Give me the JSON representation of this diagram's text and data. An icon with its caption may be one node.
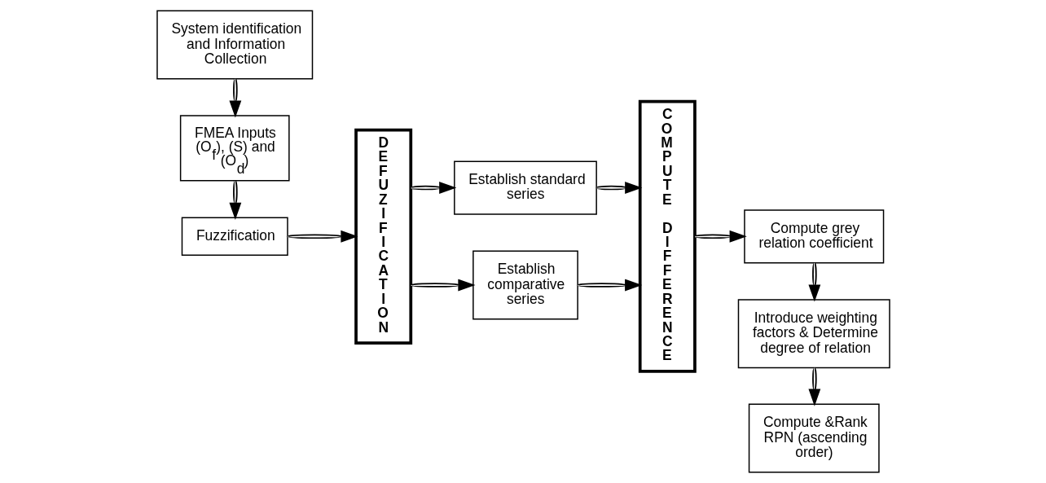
{
  "diagram": {
    "nodes": [
      {
        "text": [
          "System identification and Information Collection"
        ]
      },
      {
        "text": [
          "FMEA Inputs (O$_{f}$), (S) and (O$_{d}$)"
        ]
      },
      {
        "text": [
          "Fuzzification"
        ]
      },
      {
        "text": [
          "DEFUZIFICATION"
        ]
      },
      {
        "text": [
          "Establish standard series"
        ]
      },
      {
        "text": [
          "Establish comparative series"
        ]
      },
      {
        "text": [
          "COMPUTE DIFFERENCE"
        ]
      },
      {
        "text": [
          "Compute grey relation coefficient"
        ]
      },
      {
        "text": [
          "Introduce weighting factors & Determine degree of relation"
        ]
      },
      {
        "text": [
          "Compute &Rank RPN (ascending order)"
        ]
      }
    ],
    "edges": [
      {
        "from": 0,
        "to": 1,
        "arrow": "to"
      },
      {
        "from": 1,
        "to": 2,
        "arrow": "to"
      },
      {
        "from": 2,
        "to": 3,
        "arrow": "to"
      },
      {
        "from": 3,
        "to": 4,
        "arrow": "to"
      },
      {
        "from": 3,
        "to": 5,
        "arrow": "to"
      },
      {
        "from": 4,
        "to": 6,
        "arrow": "to"
      },
      {
        "from": 5,
        "to": 6,
        "arrow": "to"
      },
      {
        "from": 6,
        "to": 7,
        "arrow": "to"
      },
      {
        "from": 7,
        "to": 8,
        "arrow": "to"
      },
      {
        "from": 8,
        "to": 9,
        "arrow": "to"
      }
    ]
  }
}
